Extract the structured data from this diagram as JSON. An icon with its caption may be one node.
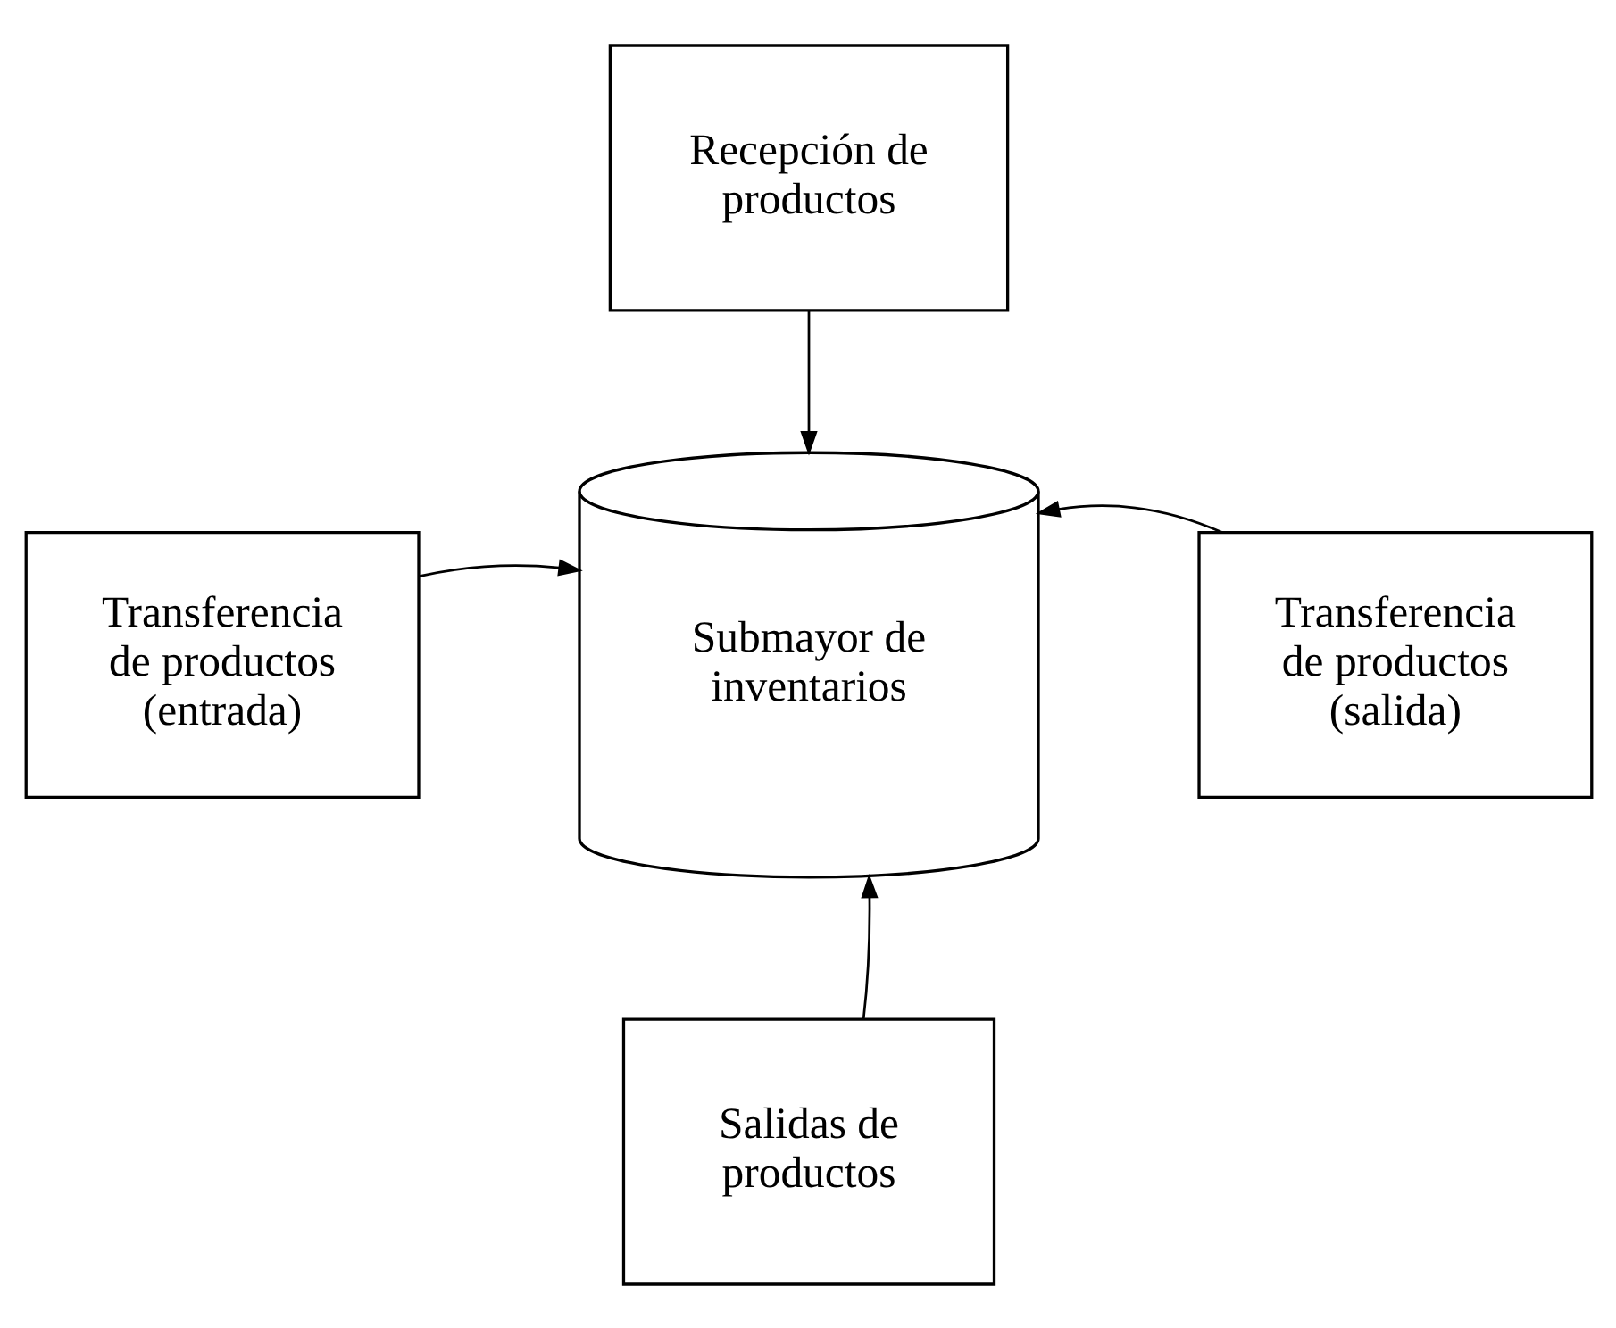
{
  "diagram": {
    "nodes": [
      {
        "text": [
          "Recepción de productos"
        ]
      },
      {
        "text": [
          "Transferencia de productos (entrada)"
        ]
      },
      {
        "text": [
          "Submayor de inventarios"
        ]
      },
      {
        "text": [
          "Transferencia de productos (salida)"
        ]
      },
      {
        "text": [
          "Salidas de productos"
        ]
      }
    ],
    "edges": [
      {
        "from": 0,
        "to": 2,
        "arrow": "to"
      },
      {
        "from": 1,
        "to": 2,
        "arrow": "to"
      },
      {
        "from": 3,
        "to": 2,
        "arrow": "to"
      },
      {
        "from": 4,
        "to": 2,
        "arrow": "to"
      }
    ]
  }
}
